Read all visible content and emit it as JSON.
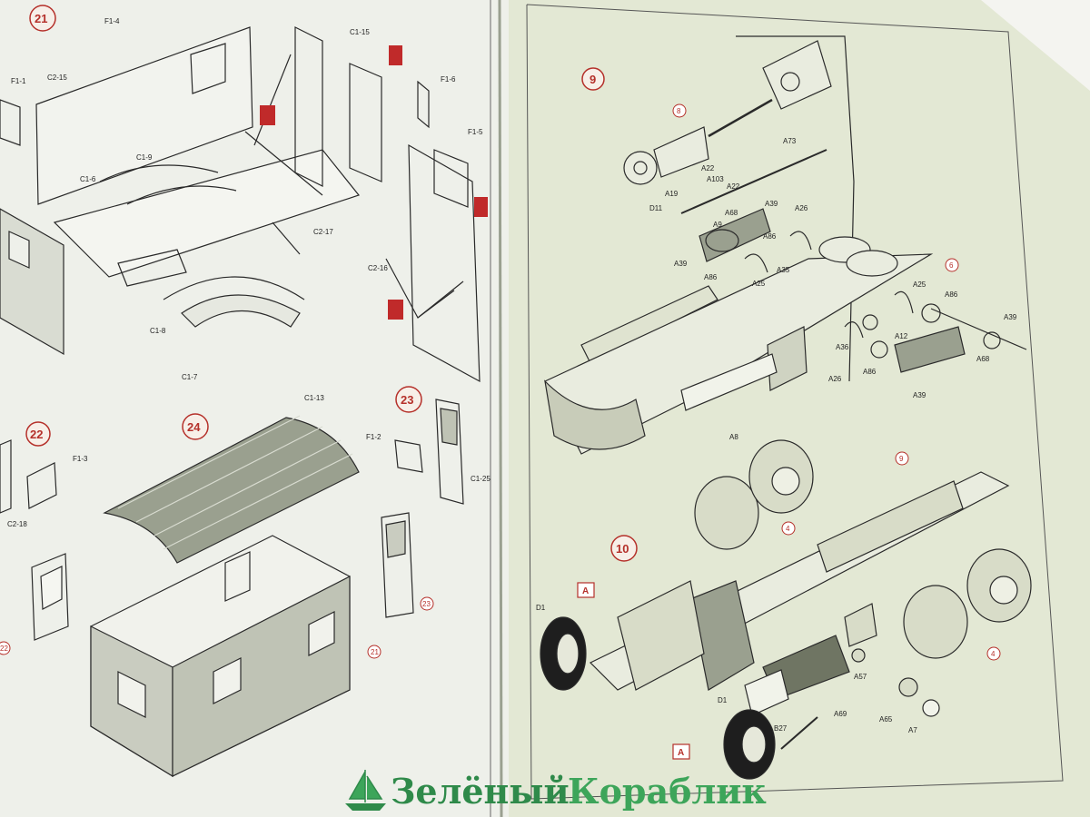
{
  "left_page": {
    "steps": [
      {
        "num": "21",
        "labels": [
          "F1-4",
          "F1-1",
          "C2-15",
          "C1-15",
          "F1-6",
          "F1-5",
          "C1-9",
          "C1-6",
          "C2-17",
          "C2-16",
          "C1-8",
          "C1-7"
        ]
      },
      {
        "num": "22",
        "labels": [
          "F1-3",
          "C2-18"
        ]
      },
      {
        "num": "24",
        "labels": [
          "C1-13"
        ],
        "refs": [
          "23",
          "21",
          "22"
        ]
      },
      {
        "num": "23",
        "labels": [
          "F1-2",
          "C1-25"
        ]
      }
    ]
  },
  "right_page": {
    "steps": [
      {
        "num": "9",
        "labels": [
          "A73",
          "A22",
          "A103",
          "A22",
          "A68",
          "A19",
          "D11",
          "A9",
          "A39",
          "A86",
          "A26",
          "A39",
          "A86",
          "A35",
          "A25",
          "A25",
          "A86",
          "A39",
          "A12",
          "A68",
          "A36",
          "A86",
          "A26",
          "A39"
        ],
        "refs": [
          "8",
          "6"
        ]
      },
      {
        "num": "10",
        "labels": [
          "A8",
          "D1",
          "D1",
          "A57",
          "A65",
          "A7",
          "A69",
          "B27"
        ],
        "refs": [
          "9",
          "4",
          "4"
        ],
        "callouts": [
          "A",
          "A"
        ]
      }
    ]
  },
  "watermark": {
    "part1": "Зелёный",
    "part2": "Кораблик"
  },
  "colors": {
    "paper": "#eef0ea",
    "paper_right": "#e6ead8",
    "ink": "#2a2a2a",
    "accent": "#b5302a",
    "watermark": "#2f8a4a"
  }
}
